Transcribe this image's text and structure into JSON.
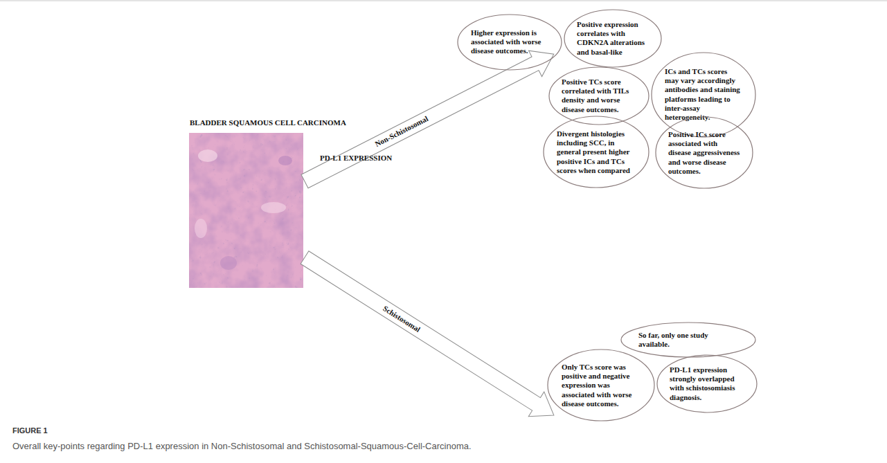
{
  "diagram": {
    "caption": "Overall key-points regarding PD-L1 expression in Non-Schistosomal and Schistosomal-Squamous-Cell-Carcinoma.",
    "nodes": [
      {
        "text": [
          "Higher expression is associated with worse disease outcomes."
        ]
      },
      {
        "text": [
          "Positive expression correlates with CDKN2A alterations and basal-like"
        ]
      },
      {
        "text": [
          "Positive TCs score correlated with TILs density and worse disease outcomes."
        ]
      },
      {
        "text": [
          "ICs and TCs scores may vary accordingly antibodies and staining platforms leading to inter-assay heterogeneity."
        ]
      },
      {
        "text": [
          "Divergent histologies including SCC, in general present higher positive ICs and TCs scores when compared"
        ]
      },
      {
        "text": [
          "Positive ICs score associated with disease aggressiveness and worse disease outcomes."
        ]
      },
      {
        "text": [
          "So far, only one study available."
        ]
      },
      {
        "text": [
          "Only TCs score was positive and negative expression was associated with worse disease outcomes."
        ]
      },
      {
        "text": [
          "PD-L1 expression strongly overlapped with schistosomiasis diagnosis."
        ]
      }
    ],
    "labels": [
      "BLADDER SQUAMOUS CELL CARCINOMA",
      "Non-Schistosomal",
      "PD-L1 EXPRESSION",
      "Schistosomal",
      "FIGURE 1"
    ]
  }
}
